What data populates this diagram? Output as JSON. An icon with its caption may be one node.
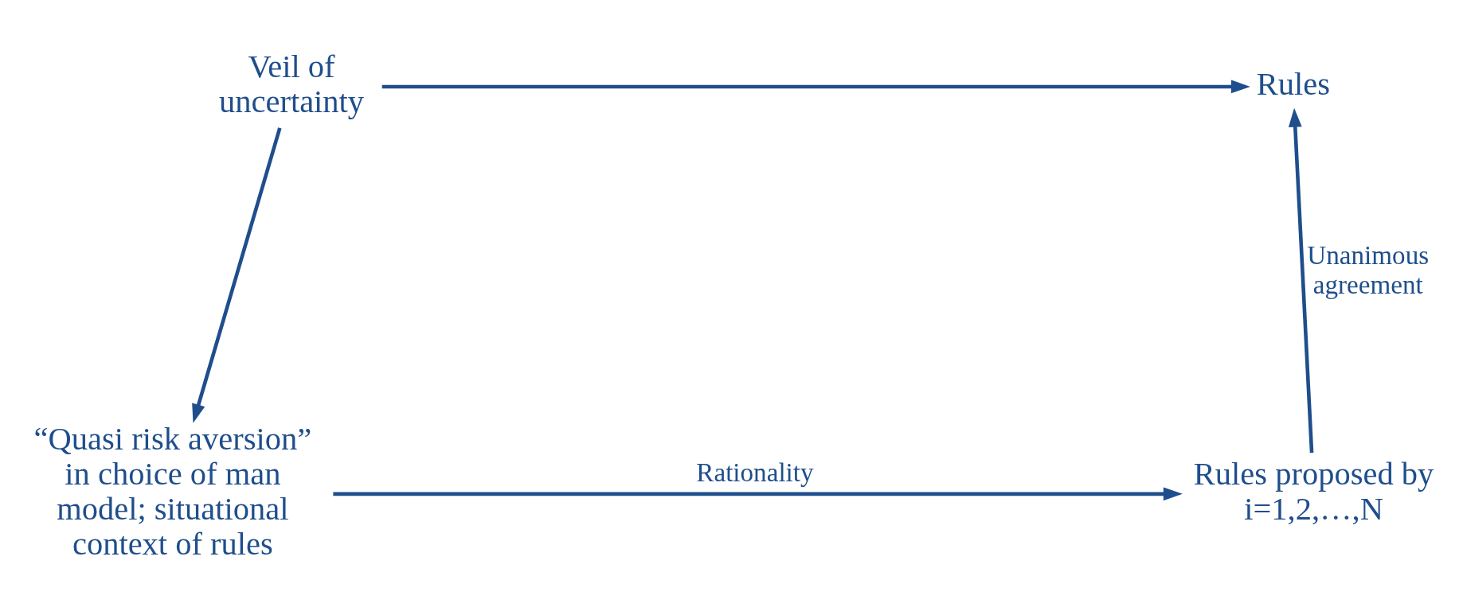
{
  "diagram": {
    "nodes": [
      {
        "text": [
          "Veil of uncertainty"
        ]
      },
      {
        "text": [
          "Rules"
        ]
      },
      {
        "text": [
          "“Quasi risk aversion” in choice of man model; situational context of rules"
        ]
      },
      {
        "text": [
          "Rules proposed by i=1,2,…,N"
        ]
      }
    ],
    "edges": [
      {
        "from": 0,
        "to": 1,
        "arrow": "to"
      },
      {
        "from": 0,
        "to": 2,
        "arrow": "to"
      },
      {
        "from": 2,
        "to": 3,
        "arrow": "to",
        "label": "Rationality"
      },
      {
        "from": 3,
        "to": 1,
        "arrow": "to",
        "label": "Unanimous agreement"
      }
    ]
  }
}
